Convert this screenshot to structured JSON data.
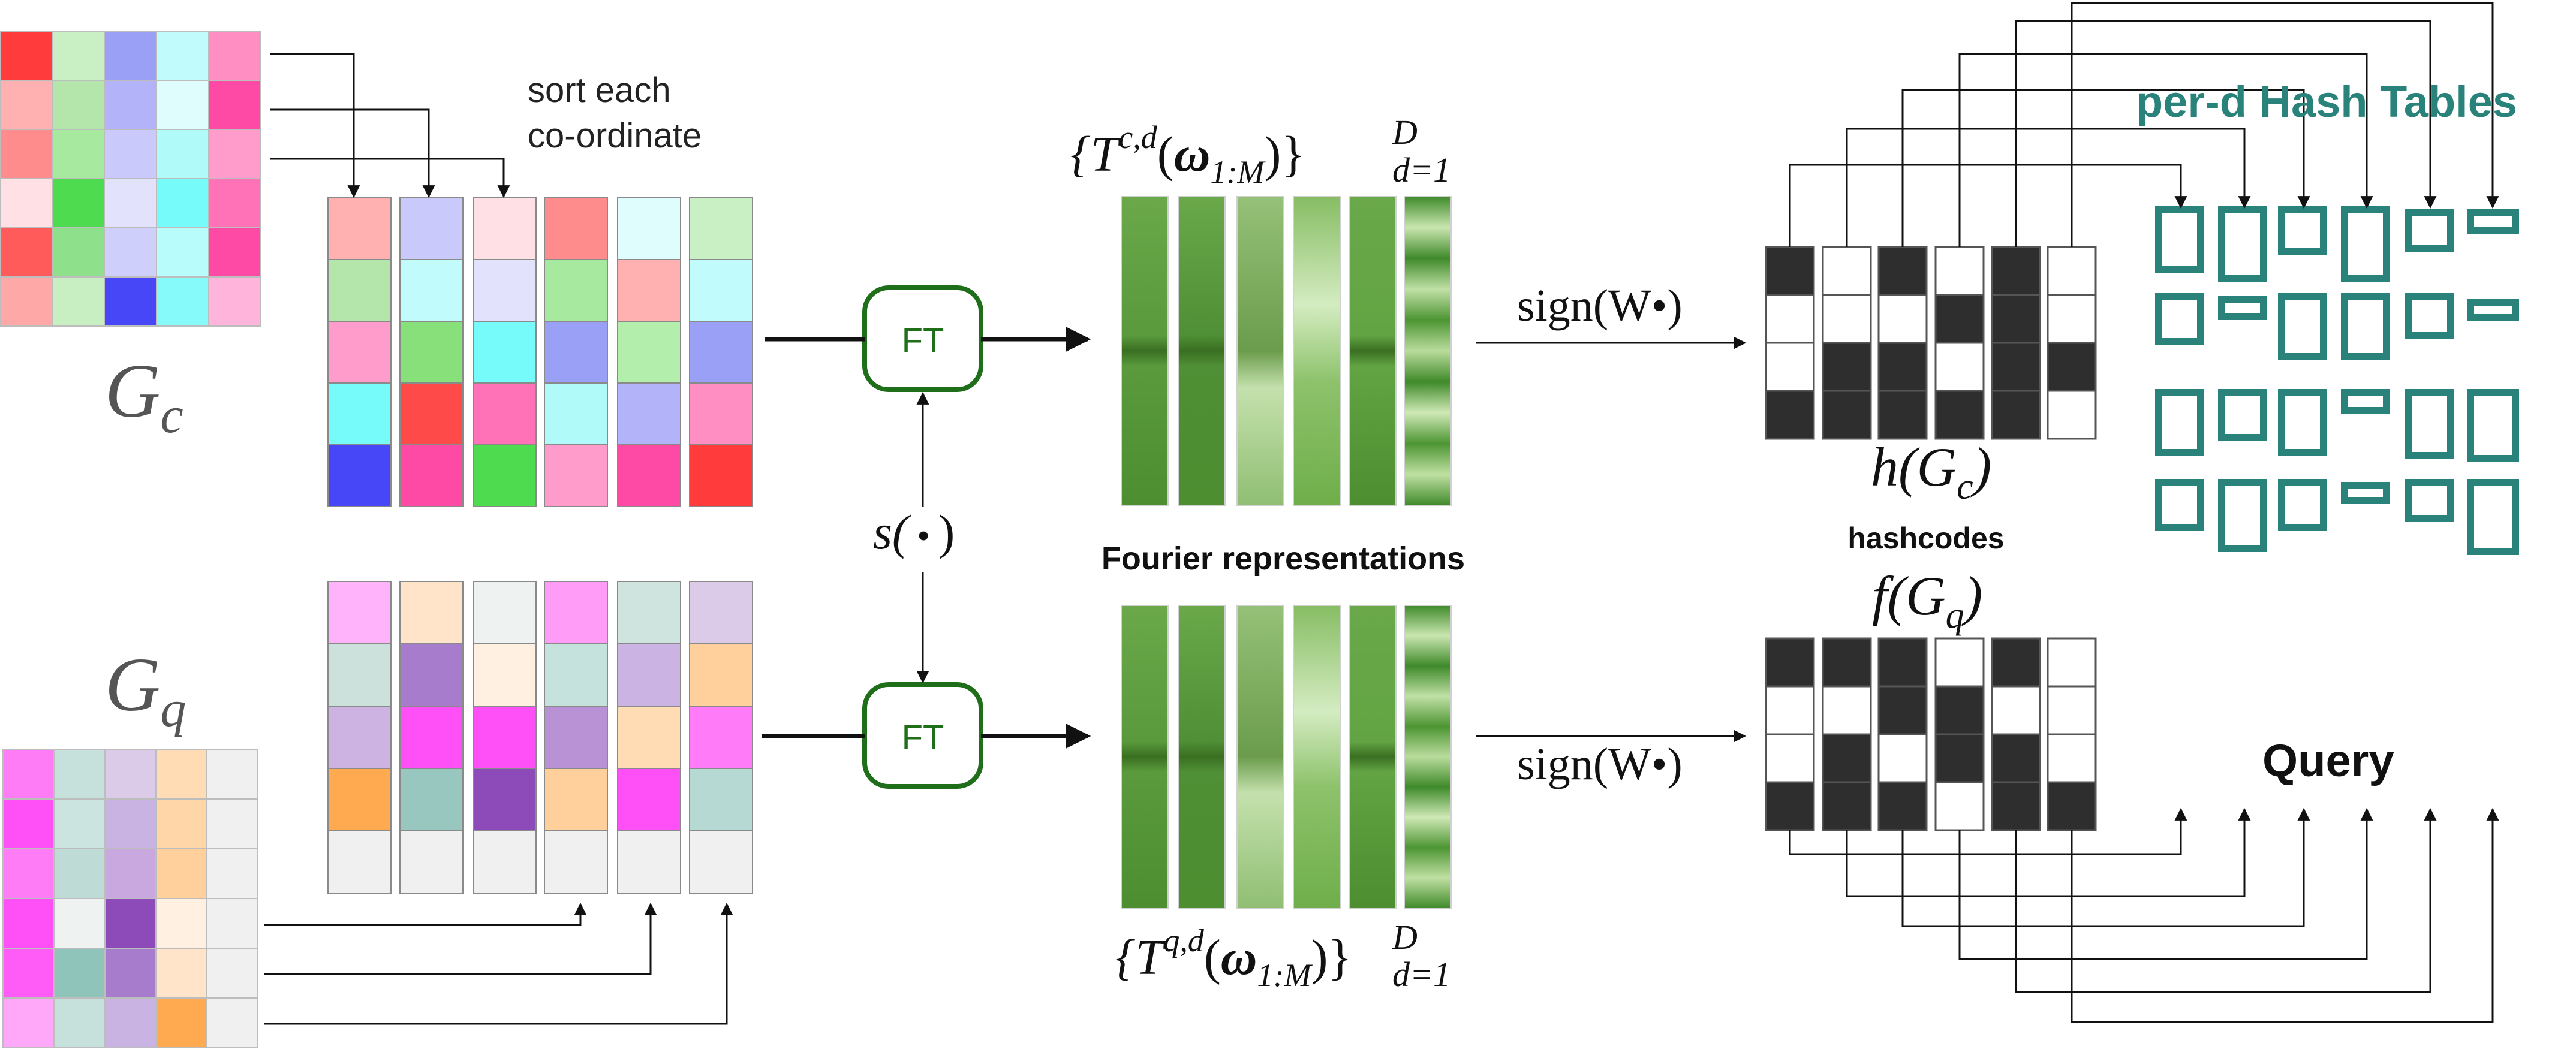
{
  "labels": {
    "gc": "G",
    "gc_sub": "c",
    "gq": "G",
    "gq_sub": "q",
    "sort": [
      "sort each",
      "co-ordinate"
    ],
    "ft_top": "FT",
    "ft_bottom": "FT",
    "s_fn": "s(",
    "s_dot": "•",
    "s_close": ")",
    "fourier": "Fourier representations",
    "tc_open": "{T",
    "tc_sup": "c,d",
    "tc_paren_open": "(",
    "omega": "ω",
    "omega_sub": "1:M",
    "tc_paren_close": ")}",
    "big_d": "D",
    "small_d": "d=1",
    "tq_open": "{T",
    "tq_sup": "q,d",
    "tq_paren_open": "(",
    "tq_paren_close": ")}",
    "sign_top": "sign(W•)",
    "sign_bottom": "sign(W•)",
    "h_fn": "h(G",
    "h_sub": "c",
    "h_close": ")",
    "f_fn": "f(G",
    "f_sub": "q",
    "f_close": ")",
    "hashcodes": "hashcodes",
    "hash_tables": "per-d Hash Tables",
    "query": "Query"
  },
  "colors": {
    "ft_green": "#1f6e1a",
    "teal": "#2a837b",
    "bar_greens": [
      "#5a9a3c",
      "#4f8f35",
      "#8fbc72",
      "#9ccb7c",
      "#62a443",
      "#4c8e30"
    ],
    "gc_rows": [
      [
        "#ff3b3b",
        "#c9efc5",
        "#9aa0f5",
        "#c2fbfb",
        "#ff8fc2"
      ],
      [
        "#ffb0b0",
        "#b4e6ac",
        "#b3b3fa",
        "#e0fdfd",
        "#ff4aa5"
      ],
      [
        "#ff8c8c",
        "#a8e9a0",
        "#c9c9fb",
        "#b1fafa",
        "#ff9ccc"
      ],
      [
        "#ffe0e5",
        "#4fdb4f",
        "#e2e2fd",
        "#76fafa",
        "#ff72b8"
      ],
      [
        "#ff5b5b",
        "#8ee08a",
        "#cfcffc",
        "#b8fcfc",
        "#ff4aa5"
      ],
      [
        "#ffa8a8",
        "#c8efc2",
        "#4747f7",
        "#86fafa",
        "#ffb4dc"
      ]
    ],
    "gc_sorted_rows": [
      [
        "#ffb0b0",
        "#c9c9fb",
        "#ffe0e5",
        "#ff8c8c",
        "#e0fdfd",
        "#c9efc5"
      ],
      [
        "#b4e6ac",
        "#c2fbfb",
        "#e2e2fd",
        "#a8e9a0",
        "#ffb0b0",
        "#c2fbfb"
      ],
      [
        "#ff9ccc",
        "#88e07a",
        "#76fafa",
        "#9aa0f5",
        "#b4eeac",
        "#9aa0f5"
      ],
      [
        "#76fafa",
        "#ff4a4a",
        "#ff72b8",
        "#b1fafa",
        "#b3b3fa",
        "#ff8fc2"
      ],
      [
        "#4747f7",
        "#ff4aa5",
        "#4fdb4f",
        "#ff9ccc",
        "#ff4aa5",
        "#ff3b3b"
      ]
    ],
    "gq_sorted_rows": [
      [
        "#ffb3fb",
        "#ffe4c9",
        "#eef3f2",
        "#ff9cf7",
        "#cfe3df",
        "#dccbe8"
      ],
      [
        "#cce0dc",
        "#a87ccc",
        "#fff0e2",
        "#c5e2dd",
        "#cbb3e3",
        "#ffcf9c"
      ],
      [
        "#cdb3e1",
        "#ff4ff7",
        "#ff4ff7",
        "#b892d5",
        "#ffdcb3",
        "#ff7bf7"
      ],
      [
        "#ffaa50",
        "#97c7be",
        "#8c4bb8",
        "#ffcf9c",
        "#ff4ff7",
        "#b6d9d3"
      ],
      [
        "#f0f0f0",
        "#f0f0f0",
        "#f0f0f0",
        "#f0f0f0",
        "#f0f0f0",
        "#f0f0f0"
      ]
    ],
    "gq_rows": [
      [
        "#ff7cf7",
        "#c6e0db",
        "#dccbe8",
        "#ffdcb3",
        "#f0f0f0"
      ],
      [
        "#ff4ff7",
        "#cce4df",
        "#c9b3e3",
        "#ffd6a8",
        "#f0f0f0"
      ],
      [
        "#ff7cf7",
        "#bfdbd5",
        "#c8a8de",
        "#ffd09c",
        "#f0f0f0"
      ],
      [
        "#ff4ff7",
        "#eef3f2",
        "#8c4bb8",
        "#fff0e2",
        "#f0f0f0"
      ],
      [
        "#ff5cf7",
        "#8fc4ba",
        "#a87ccc",
        "#ffe4c9",
        "#f0f0f0"
      ],
      [
        "#ffa8fa",
        "#c6e0db",
        "#c9b3e3",
        "#ffaa50",
        "#f0f0f0"
      ]
    ],
    "hash_top": [
      [
        "#2e2e2e",
        "#ffffff",
        "#2e2e2e",
        "#ffffff",
        "#2e2e2e",
        "#ffffff"
      ],
      [
        "#ffffff",
        "#ffffff",
        "#ffffff",
        "#2e2e2e",
        "#2e2e2e",
        "#ffffff"
      ],
      [
        "#ffffff",
        "#2e2e2e",
        "#2e2e2e",
        "#ffffff",
        "#2e2e2e",
        "#2e2e2e"
      ],
      [
        "#2e2e2e",
        "#2e2e2e",
        "#2e2e2e",
        "#2e2e2e",
        "#2e2e2e",
        "#ffffff"
      ]
    ],
    "hash_bottom": [
      [
        "#2e2e2e",
        "#2e2e2e",
        "#2e2e2e",
        "#ffffff",
        "#2e2e2e",
        "#ffffff"
      ],
      [
        "#ffffff",
        "#ffffff",
        "#2e2e2e",
        "#2e2e2e",
        "#ffffff",
        "#ffffff"
      ],
      [
        "#ffffff",
        "#2e2e2e",
        "#ffffff",
        "#2e2e2e",
        "#2e2e2e",
        "#ffffff"
      ],
      [
        "#2e2e2e",
        "#2e2e2e",
        "#2e2e2e",
        "#ffffff",
        "#2e2e2e",
        "#2e2e2e"
      ]
    ]
  }
}
